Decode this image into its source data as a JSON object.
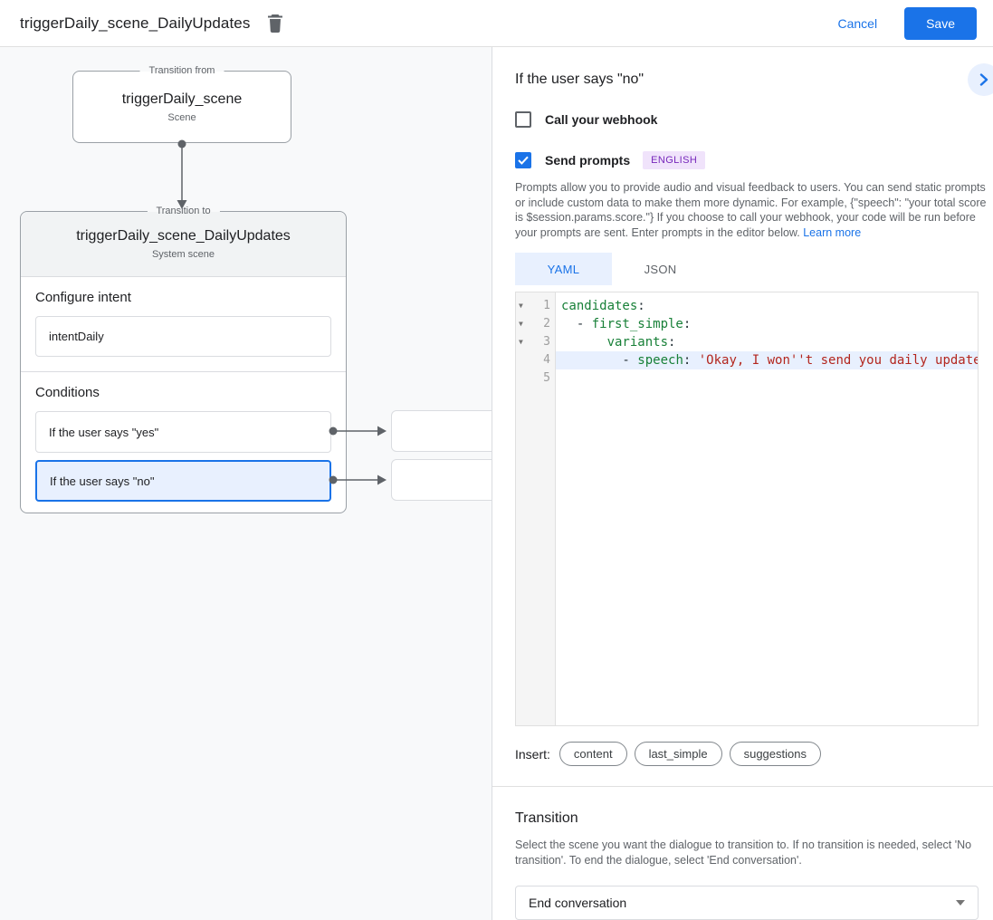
{
  "header": {
    "title": "triggerDaily_scene_DailyUpdates",
    "cancel_label": "Cancel",
    "save_label": "Save"
  },
  "diagram": {
    "from": {
      "legend": "Transition from",
      "title": "triggerDaily_scene",
      "subtitle": "Scene"
    },
    "to": {
      "legend": "Transition to",
      "title": "triggerDaily_scene_DailyUpdates",
      "subtitle": "System scene",
      "intent_label": "Configure intent",
      "intent_value": "intentDaily",
      "conditions_label": "Conditions",
      "conditions": [
        {
          "label": "If the user says \"yes\"",
          "selected": false
        },
        {
          "label": "If the user says \"no\"",
          "selected": true
        }
      ]
    }
  },
  "panel": {
    "title": "If the user says \"no\"",
    "collapse_icon": "chevron-right",
    "webhook": {
      "label": "Call your webhook",
      "checked": false
    },
    "prompts": {
      "label": "Send prompts",
      "checked": true,
      "badge": "ENGLISH"
    },
    "description": "Prompts allow you to provide audio and visual feedback to users. You can send static prompts or include custom data to make them more dynamic. For example, {\"speech\": \"your total score is $session.params.score.\"} If you choose to call your webhook, your code will be run before your prompts are sent. Enter prompts in the editor below.",
    "learn_more": "Learn more",
    "tabs": [
      {
        "label": "YAML",
        "active": true
      },
      {
        "label": "JSON",
        "active": false
      }
    ],
    "editor": {
      "lines": [
        {
          "num": 1,
          "fold": true,
          "highlight": false,
          "tokens": [
            [
              "key",
              "candidates"
            ],
            [
              "plain",
              ":"
            ]
          ]
        },
        {
          "num": 2,
          "fold": true,
          "highlight": false,
          "tokens": [
            [
              "plain",
              "  - "
            ],
            [
              "key",
              "first_simple"
            ],
            [
              "plain",
              ":"
            ]
          ]
        },
        {
          "num": 3,
          "fold": true,
          "highlight": false,
          "tokens": [
            [
              "plain",
              "      "
            ],
            [
              "key",
              "variants"
            ],
            [
              "plain",
              ":"
            ]
          ]
        },
        {
          "num": 4,
          "fold": false,
          "highlight": true,
          "tokens": [
            [
              "plain",
              "        - "
            ],
            [
              "key",
              "speech"
            ],
            [
              "plain",
              ": "
            ],
            [
              "str",
              "'Okay, I won''t send you daily update"
            ]
          ]
        },
        {
          "num": 5,
          "fold": false,
          "highlight": false,
          "tokens": []
        }
      ]
    },
    "insert": {
      "label": "Insert:",
      "chips": [
        "content",
        "last_simple",
        "suggestions"
      ]
    },
    "transition": {
      "title": "Transition",
      "description": "Select the scene you want the dialogue to transition to. If no transition is needed, select 'No transition'. To end the dialogue, select 'End conversation'.",
      "value": "End conversation"
    }
  }
}
